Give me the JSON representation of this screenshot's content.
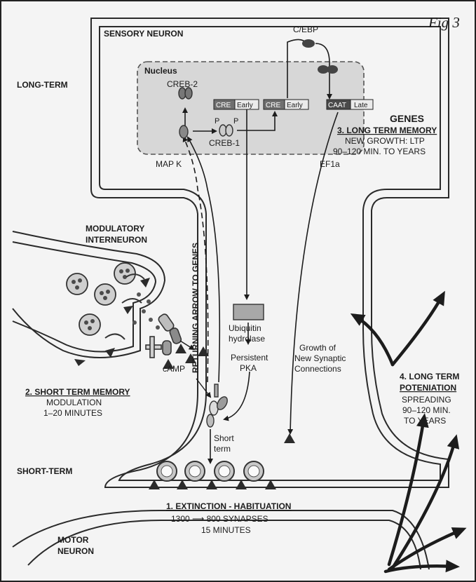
{
  "figure_label": "Fig 3",
  "regions": {
    "sensory_neuron": "SENSORY NEURON",
    "long_term": "LONG-TERM",
    "short_term": "SHORT-TERM",
    "modulatory_1": "MODULATORY",
    "modulatory_2": "INTERNEURON",
    "motor_1": "MOTOR",
    "motor_2": "NEURON",
    "nucleus": "Nucleus"
  },
  "molecules": {
    "creb2": "CREB-2",
    "creb1": "CREB-1",
    "p": "P",
    "cebp": "C/EBP",
    "cre": "CRE",
    "early": "Early",
    "caat": "CAAT",
    "late": "Late",
    "mapk": "MAP K",
    "ef1a": "EF1a",
    "camp": "cAMP",
    "ubiquitin_1": "Ubiquitin",
    "ubiquitin_2": "hydrolase",
    "pka_1": "Persistent",
    "pka_2": "PKA",
    "short_term_1": "Short",
    "short_term_2": "term",
    "growth_1": "Growth of",
    "growth_2": "New Synaptic",
    "growth_3": "Connections",
    "returning_arrow": "RETURNING ARROW TO GENES"
  },
  "stages": {
    "genes": "GENES",
    "ltm_title": "3. LONG TERM MEMORY",
    "ltm_line1": "NEW GROWTH: LTP",
    "ltm_line2": "90–120 MIN. TO YEARS",
    "stm_title": "2. SHORT TERM MEMORY",
    "stm_line1": "MODULATION",
    "stm_line2": "1–20 MINUTES",
    "ltp_title1": "4. LONG TERM",
    "ltp_title2": "POTENIATION",
    "ltp_line1": "SPREADING",
    "ltp_line2": "90–120 MIN.",
    "ltp_line3": "TO YEARS",
    "ext_title": "1. EXTINCTION - HABITUATION",
    "ext_line1": "1300 ⟶ 800 SYNAPSES",
    "ext_line2": "15 MINUTES"
  }
}
